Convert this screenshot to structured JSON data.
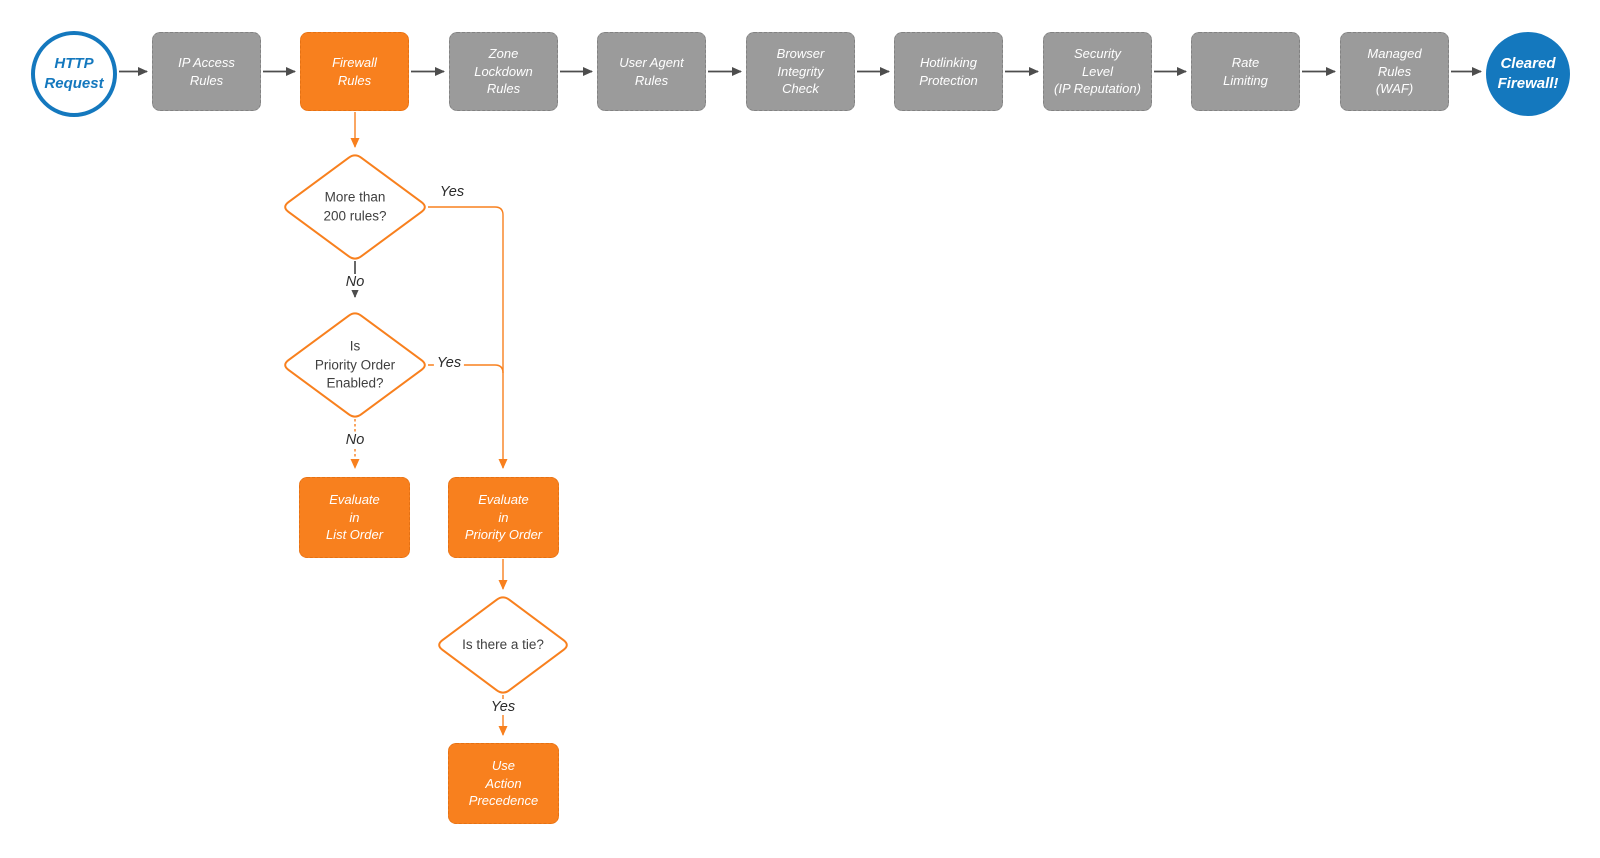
{
  "flow": {
    "title": "HTTP request firewall processing flowchart",
    "colors": {
      "accent_orange": "#F8801E",
      "node_gray": "#9B9B9B",
      "accent_blue": "#1478BE",
      "connector_gray": "#4D4D4D",
      "diamond_text": "#404040"
    },
    "nodes": {
      "http_request": {
        "label": "HTTP\nRequest"
      },
      "ip_access": {
        "label": "IP Access\nRules"
      },
      "firewall": {
        "label": "Firewall\nRules"
      },
      "zone_lockdown": {
        "label": "Zone\nLockdown\nRules"
      },
      "user_agent": {
        "label": "User Agent\nRules"
      },
      "browser_integrity": {
        "label": "Browser\nIntegrity\nCheck"
      },
      "hotlinking": {
        "label": "Hotlinking\nProtection"
      },
      "security_level": {
        "label": "Security\nLevel\n(IP Reputation)"
      },
      "rate_limiting": {
        "label": "Rate\nLimiting"
      },
      "managed_rules": {
        "label": "Managed\nRules\n(WAF)"
      },
      "cleared": {
        "label": "Cleared\nFirewall!"
      }
    },
    "decisions": {
      "more_than_200": {
        "label": "More than\n200 rules?"
      },
      "priority_enabled": {
        "label": "Is\nPriority Order\nEnabled?"
      },
      "tie": {
        "label": "Is there a tie?"
      }
    },
    "actions": {
      "evaluate_list": {
        "label": "Evaluate\nin\nList Order"
      },
      "evaluate_priority": {
        "label": "Evaluate\nin\nPriority Order"
      },
      "action_precedence": {
        "label": "Use\nAction\nPrecedence"
      }
    },
    "edge_labels": {
      "more_than_200_yes": "Yes",
      "more_than_200_no": "No",
      "priority_enabled_yes": "Yes",
      "priority_enabled_no": "No",
      "tie_yes": "Yes"
    }
  }
}
